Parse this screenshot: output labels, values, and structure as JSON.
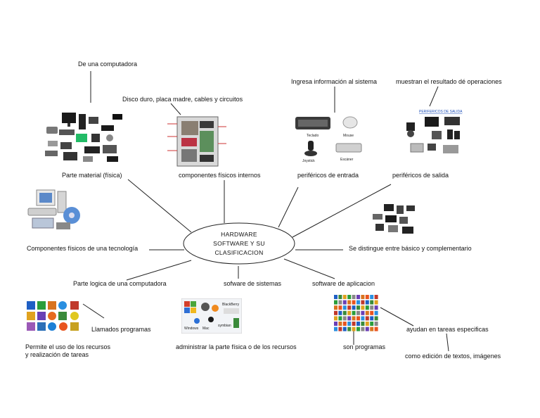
{
  "center": {
    "text": "HARDWARE\nSOFTWARE Y SU\nCLASIFICACION"
  },
  "labels": {
    "de_una_computadora": "De una computadora",
    "disco_duro": "Disco duro, placa madre, cables y circuitos",
    "ingresa_info": "Ingresa información al sistema",
    "muestran_resultado": "muestran el resultado dé operaciones",
    "parte_material": "Parte material (física)",
    "componentes_internos": "componentes físicos internos",
    "perifericos_entrada": "periféricos de entrada",
    "perifericos_salida": "periféricos de salida",
    "componentes_tecnologia": "Componentes físicos de una tecnología",
    "se_distingue": "Se distingue entre básico y complementario",
    "parte_logica": "Parte logica de una computadora",
    "software_sistemas": "sofware de sistemas",
    "software_aplicacion": "software de aplicacion",
    "llamados_programas": "Llamados programas",
    "permite_uso": "Permite el uso de los recursos\ny realización de tareas",
    "administrar": "administrar la parte física o de los recursos",
    "son_programas": "son programas",
    "ayudan_tareas": "ayudan en tareas especificas",
    "como_edicion": "como edición de textos, imágenes"
  },
  "images": {
    "input_devices": {
      "teclado": "Teclado",
      "mouse": "Mouse",
      "joystick": "Joystick",
      "escaner": "Escáner"
    },
    "output_devices": {
      "title": "PERIFERICOS DE SALIDA"
    },
    "os_logos": {
      "windows": "Windows",
      "mac": "Mac",
      "symbian": "symbian",
      "blackberry": "BlackBerry"
    }
  }
}
